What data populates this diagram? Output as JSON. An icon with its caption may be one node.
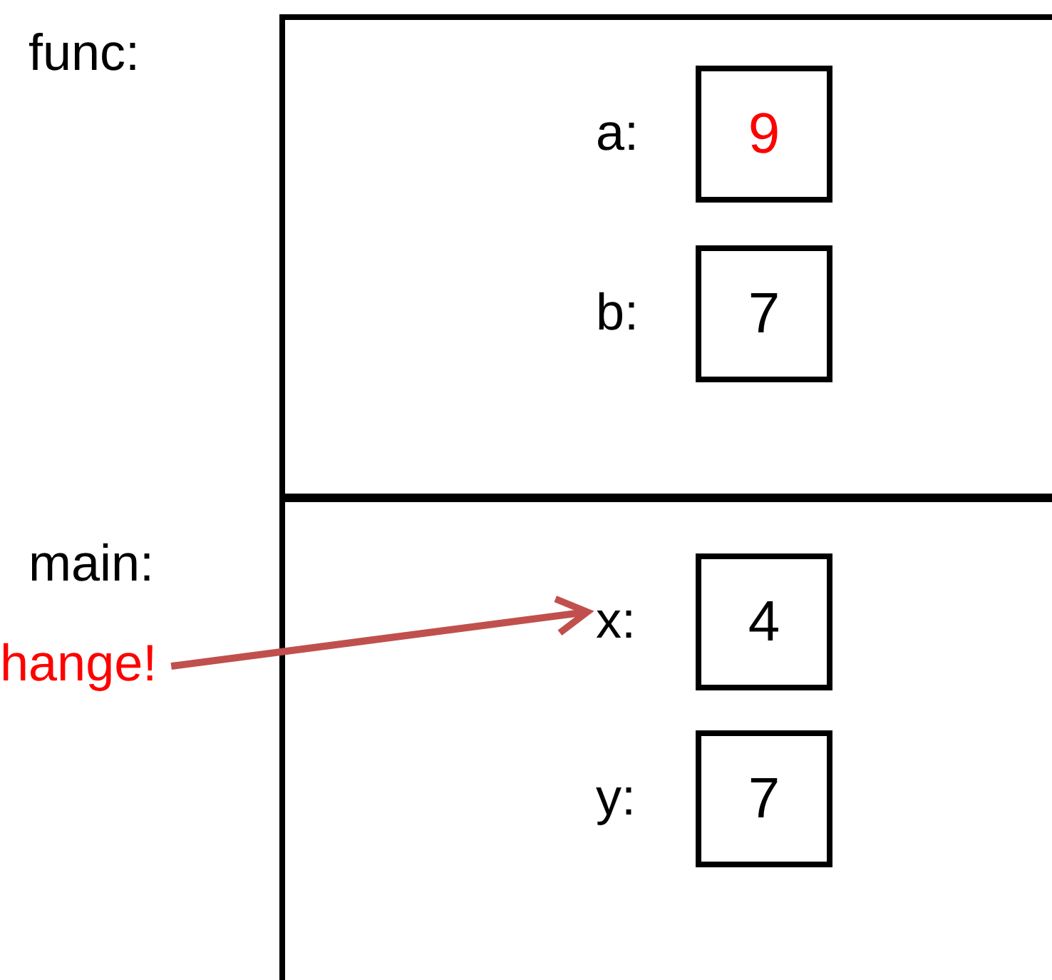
{
  "diagram": {
    "nodes": [
      {
        "text": [
          "func:"
        ]
      },
      {
        "text": [
          "9"
        ],
        "beside": [
          "a:"
        ],
        "in": 0
      },
      {
        "text": [
          "7"
        ],
        "beside": [
          "b:"
        ],
        "in": 0
      },
      {
        "text": [
          "main:"
        ]
      },
      {
        "text": [
          "4"
        ],
        "beside": [
          "x:"
        ],
        "in": 3
      },
      {
        "text": [
          "7"
        ],
        "beside": [
          "y:"
        ],
        "in": 3
      },
      {
        "text": [
          "hange!"
        ]
      }
    ],
    "edges": [
      {
        "from": 6,
        "to": 4,
        "arrow": "to",
        "color": "#c0504d"
      }
    ]
  }
}
